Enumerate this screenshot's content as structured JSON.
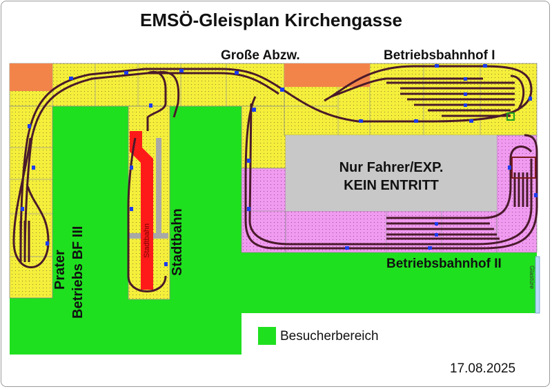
{
  "title": "EMSÖ-Gleisplan Kirchengasse",
  "labels": {
    "grosse_abzw": "Große Abzw.",
    "bbhf_1": "Betriebsbahnhof I",
    "bbhf_2": "Betriebsbahnhof II",
    "grey_line1": "Nur Fahrer/EXP.",
    "grey_line2": "KEIN ENTRITT",
    "prater": "Prater",
    "betriebs_bf3": "Betriebs BF III",
    "stadtbahn": "Stadtbahn",
    "stadtbahn_small": "Stadtbahn",
    "glastuere": "Glastüre"
  },
  "legend": {
    "label": "Besucherbereich",
    "color": "#1fe01f"
  },
  "date": "17.08.2025",
  "colors": {
    "yellow": "#f5ef3c",
    "pink": "#f09af0",
    "green": "#1fe01f",
    "grey": "#c8c8c8",
    "orange": "#f2844a",
    "track": "#4a1a2a",
    "marker": "#1b3cf0",
    "red": "#ff1a1a"
  }
}
